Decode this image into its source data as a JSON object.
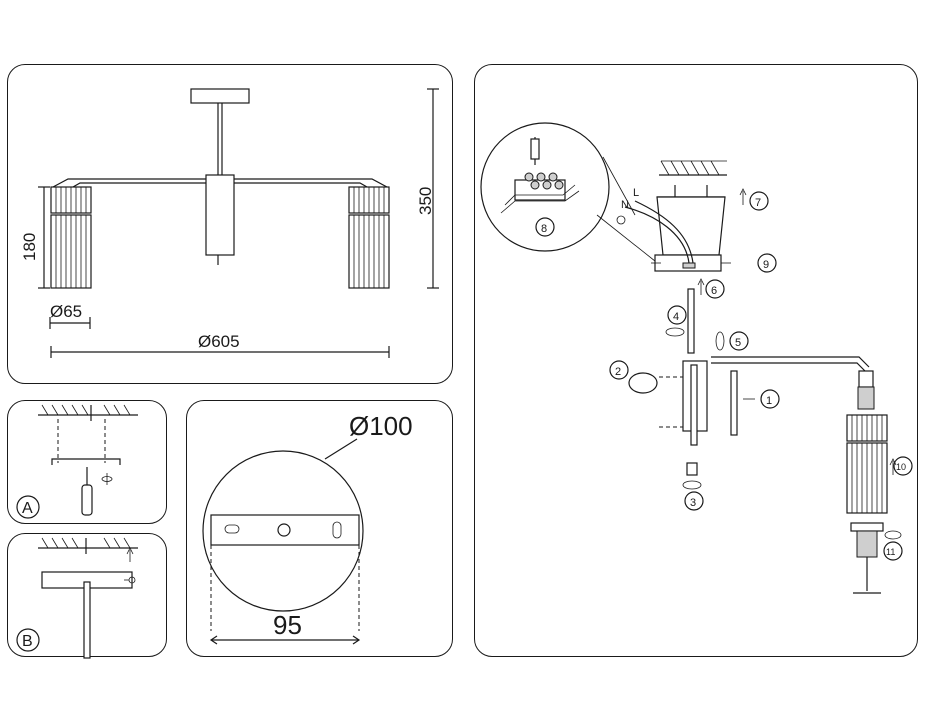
{
  "dimensions": {
    "height_total": "350",
    "shade_height": "180",
    "shade_diameter": "Ø65",
    "overall_diameter": "Ø605",
    "canopy_diameter": "Ø100",
    "mount_spacing": "95"
  },
  "install_labels": {
    "step_a": "A",
    "step_b": "B"
  },
  "wire_labels": {
    "neutral": "N",
    "live": "L"
  },
  "steps": [
    "1",
    "2",
    "3",
    "4",
    "5",
    "6",
    "7",
    "8",
    "9",
    "10",
    "11"
  ],
  "colors": {
    "line": "#1a1a1a",
    "ceiling_hatch": "#9a9a9a",
    "background": "#ffffff"
  }
}
